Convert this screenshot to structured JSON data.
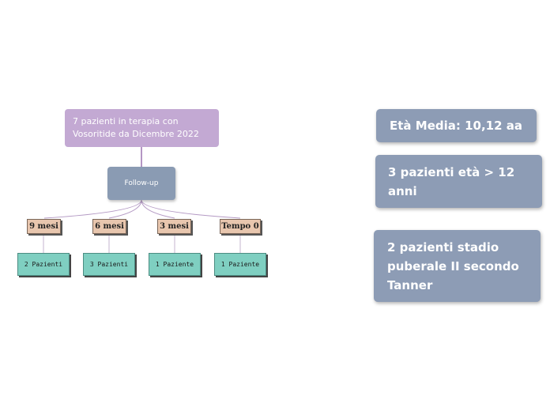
{
  "root": {
    "line1": "7 pazienti in terapia con",
    "line2": "Vosoritide da Dicembre 2022"
  },
  "followup": {
    "label": "Follow-up"
  },
  "periods": [
    {
      "label": "9 mesi",
      "count": "2 Pazienti"
    },
    {
      "label": "6 mesi",
      "count": "3 Pazienti"
    },
    {
      "label": "3 mesi",
      "count": "1 Paziente"
    },
    {
      "label": "Tempo 0",
      "count": "1 Paziente"
    }
  ],
  "side": {
    "eta": "Età Media: 10,12 aa",
    "eta12": {
      "line1": "3 pazienti età > 12",
      "line2": "anni"
    },
    "stadio": {
      "line1": "2 pazienti stadio",
      "line2": "puberale II secondo",
      "line3": "Tanner"
    }
  },
  "colors": {
    "root": "#c3a9d3",
    "followup": "#8a9bb3",
    "period": "#e8c6ae",
    "count": "#7fcfc1",
    "side": "#8d9cb5",
    "connector": "#9b72b0"
  }
}
